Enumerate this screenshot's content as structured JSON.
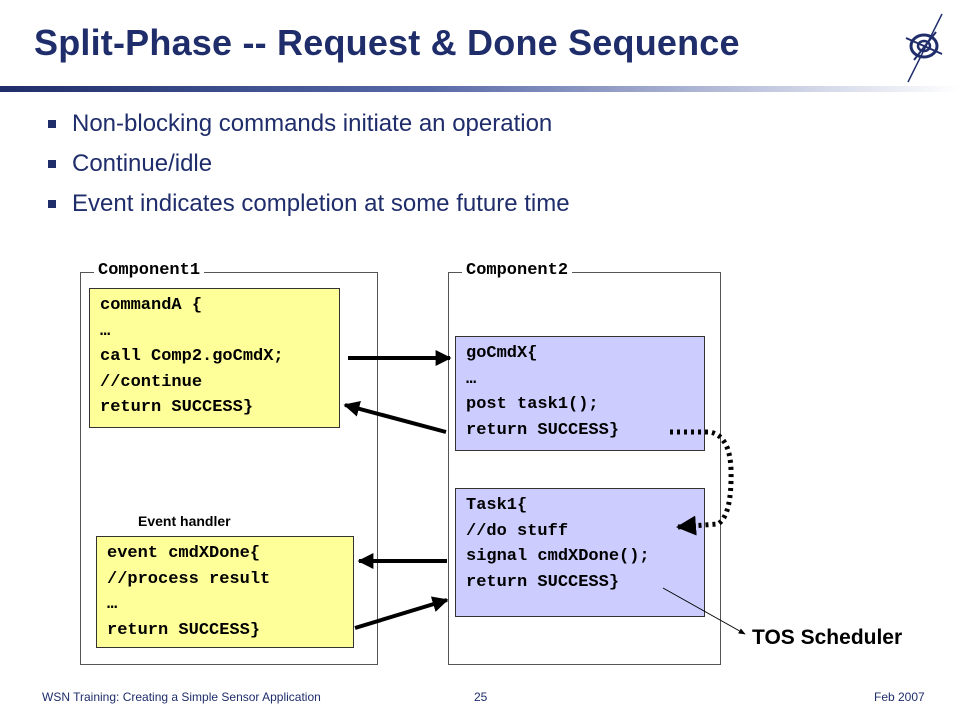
{
  "slide": {
    "title": "Split-Phase -- Request & Done Sequence",
    "bullets": [
      "Non-blocking commands initiate an operation",
      "Continue/idle",
      "Event indicates completion at some future time"
    ]
  },
  "diagram": {
    "component1_label": "Component1",
    "component2_label": "Component2",
    "commandA_lines": [
      "commandA {",
      "…",
      "call Comp2.goCmdX;",
      "//continue",
      "return SUCCESS}"
    ],
    "event_handler_label": "Event handler",
    "event_lines": [
      "event cmdXDone{",
      "//process result",
      "…",
      "return SUCCESS}"
    ],
    "gocmd_lines": [
      "goCmdX{",
      "…",
      "post task1();",
      "return SUCCESS}"
    ],
    "task_lines": [
      "Task1{",
      "//do stuff",
      "signal cmdXDone();",
      "return SUCCESS}"
    ],
    "scheduler_label": "TOS Scheduler"
  },
  "footer": {
    "left": "WSN Training: Creating a Simple Sensor Application",
    "page": "25",
    "date": "Feb 2007"
  },
  "colors": {
    "title": "#1f2d6b",
    "yellow_box": "#ffff99",
    "blue_box": "#ccccff"
  }
}
